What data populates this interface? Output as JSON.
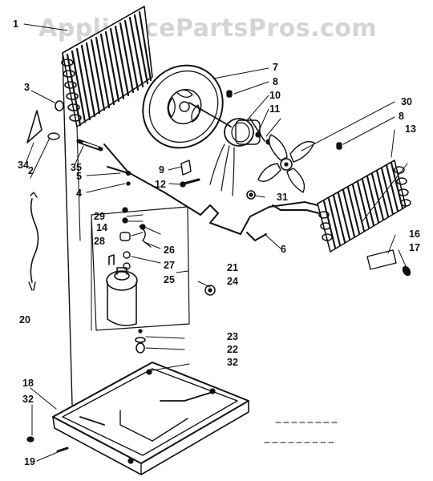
{
  "watermark": "AppliancePartsPros.com",
  "callouts": [
    {
      "id": "c1",
      "text": "1"
    },
    {
      "id": "c2",
      "text": "2"
    },
    {
      "id": "c3",
      "text": "3"
    },
    {
      "id": "c4",
      "text": "4"
    },
    {
      "id": "c5",
      "text": "5"
    },
    {
      "id": "c6",
      "text": "6"
    },
    {
      "id": "c7",
      "text": "7"
    },
    {
      "id": "c8a",
      "text": "8"
    },
    {
      "id": "c8b",
      "text": "8"
    },
    {
      "id": "c9",
      "text": "9"
    },
    {
      "id": "c10",
      "text": "10"
    },
    {
      "id": "c11",
      "text": "11"
    },
    {
      "id": "c12",
      "text": "12"
    },
    {
      "id": "c13",
      "text": "13"
    },
    {
      "id": "c14",
      "text": "14"
    },
    {
      "id": "c16",
      "text": "16"
    },
    {
      "id": "c17",
      "text": "17"
    },
    {
      "id": "c18",
      "text": "18"
    },
    {
      "id": "c19",
      "text": "19"
    },
    {
      "id": "c20",
      "text": "20"
    },
    {
      "id": "c21",
      "text": "21"
    },
    {
      "id": "c22",
      "text": "22"
    },
    {
      "id": "c23",
      "text": "23"
    },
    {
      "id": "c24",
      "text": "24"
    },
    {
      "id": "c25",
      "text": "25"
    },
    {
      "id": "c26",
      "text": "26"
    },
    {
      "id": "c27",
      "text": "27"
    },
    {
      "id": "c28",
      "text": "28"
    },
    {
      "id": "c29",
      "text": "29"
    },
    {
      "id": "c30",
      "text": "30"
    },
    {
      "id": "c31",
      "text": "31"
    },
    {
      "id": "c32a",
      "text": "32"
    },
    {
      "id": "c32b",
      "text": "32"
    },
    {
      "id": "c34",
      "text": "34"
    },
    {
      "id": "c35",
      "text": "35"
    }
  ]
}
